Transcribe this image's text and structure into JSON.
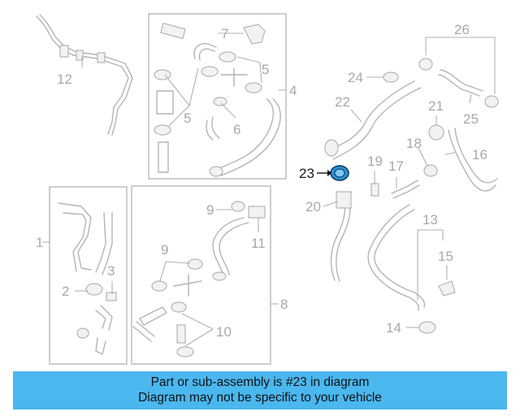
{
  "callouts": {
    "c1": "1",
    "c2": "2",
    "c3": "3",
    "c4": "4",
    "c5a": "5",
    "c5b": "5",
    "c6": "6",
    "c7": "7",
    "c8": "8",
    "c9a": "9",
    "c9b": "9",
    "c10": "10",
    "c11": "11",
    "c12": "12",
    "c13": "13",
    "c14": "14",
    "c15": "15",
    "c16": "16",
    "c17": "17",
    "c18": "18",
    "c19": "19",
    "c20": "20",
    "c21": "21",
    "c22": "22",
    "c23": "23",
    "c24": "24",
    "c25": "25",
    "c26": "26"
  },
  "highlighted_part": "23",
  "colors": {
    "banner": "#4ab7ef",
    "highlight": "#2a8fd0",
    "line": "#b4b4b4"
  },
  "banner": {
    "line1": "Part or sub-assembly is #23 in diagram",
    "line2": "Diagram may not be specific to your vehicle"
  }
}
